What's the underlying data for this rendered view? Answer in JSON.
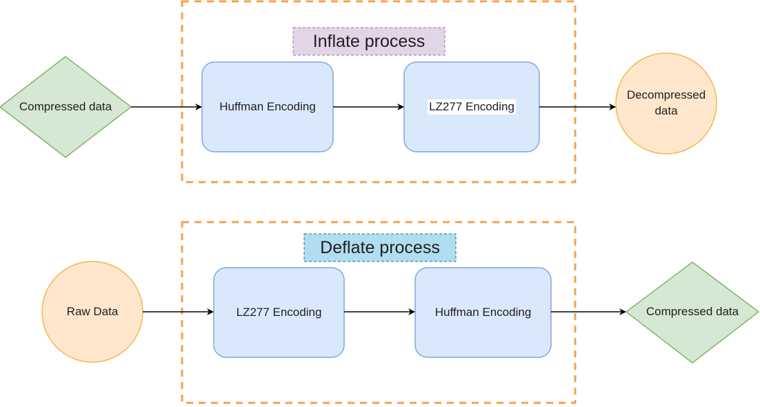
{
  "colors": {
    "group_border": "#f5a14a",
    "process_fill": "#dae8fc",
    "process_stroke": "#7ea6e0",
    "diamond_fill": "#d5e8d4",
    "diamond_stroke": "#82b366",
    "circle_fill": "#ffe6cc",
    "circle_stroke": "#f2b84b",
    "inflate_title_fill": "#e1d5e7",
    "inflate_title_stroke": "#9673a6",
    "deflate_title_fill": "#b1ddf0",
    "deflate_title_stroke": "#10739e",
    "arrow": "#000000"
  },
  "inflate": {
    "title": "Inflate process",
    "input": "Compressed data",
    "step1": "Huffman Encoding",
    "step2": "LZ277 Encoding",
    "output_line1": "Decompressed",
    "output_line2": "data"
  },
  "deflate": {
    "title": "Deflate process",
    "input": "Raw Data",
    "step1": "LZ277 Encoding",
    "step2": "Huffman Encoding",
    "output": "Compressed data"
  }
}
